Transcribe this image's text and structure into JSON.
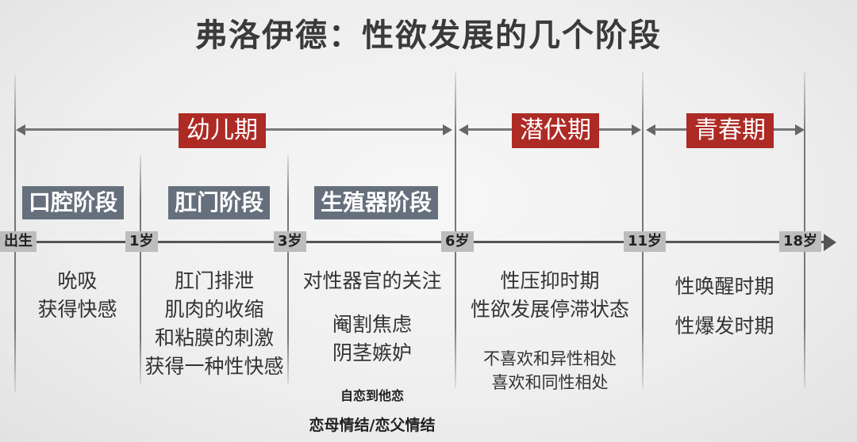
{
  "title": "弗洛伊德：性欲发展的几个阶段",
  "periods": {
    "infancy": "幼儿期",
    "latency": "潜伏期",
    "adolescence": "青春期"
  },
  "stages": {
    "oral": "口腔阶段",
    "anal": "肛门阶段",
    "genital": "生殖器阶段"
  },
  "ages": [
    "出生",
    "1岁",
    "3岁",
    "6岁",
    "11岁",
    "18岁"
  ],
  "descriptions": {
    "oral": [
      "吮吸",
      "获得快感"
    ],
    "anal": [
      "肛门排泄",
      "肌肉的收缩",
      "和粘膜的刺激",
      "获得一种性快感"
    ],
    "genital_main": "对性器官的关注",
    "genital_sub": [
      "阉割焦虑",
      "阴茎嫉妒"
    ],
    "genital_note1": "自恋到他恋",
    "genital_note2": "恋母情结/恋父情结",
    "latency_main": [
      "性压抑时期",
      "性欲发展停滞状态"
    ],
    "latency_sub": [
      "不喜欢和异性相处",
      "喜欢和同性相处"
    ],
    "adolescence": [
      "性唤醒时期",
      "性爆发时期"
    ]
  }
}
